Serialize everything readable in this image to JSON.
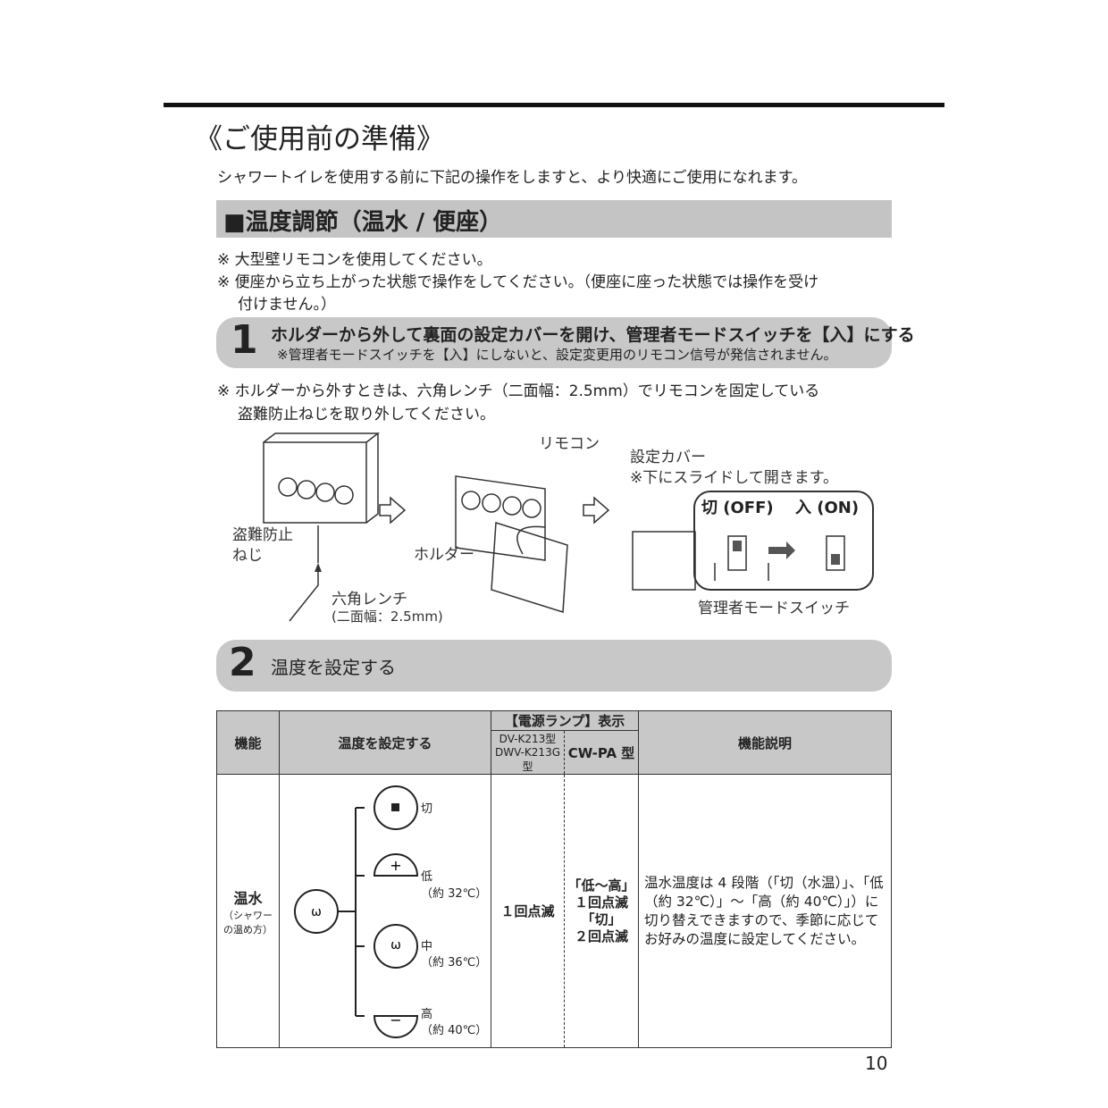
{
  "title": "《ご使用前の準備》",
  "intro": "シャワートイレを使用する前に下記の操作をしますと、より快適にご使用になれます。",
  "section_title": "■温度調節（温水 / 便座）",
  "notes": [
    "※ 大型壁リモコンを使用してください。",
    "※ 便座から立ち上がった状態で操作をしてください。（便座に座った状態では操作を受け",
    "付けません。）"
  ],
  "step1": {
    "number": "1",
    "title": "ホルダーから外して裏面の設定カバーを開け、管理者モードスイッチを【入】にする",
    "sub": "※管理者モードスイッチを【入】にしないと、設定変更用のリモコン信号が発信されません。"
  },
  "note2": [
    "※ ホルダーから外すときは、六角レンチ（二面幅：2.5mm）でリモコンを固定している",
    "盗難防止ねじを取り外してください。"
  ],
  "illustration": {
    "remocon": "リモコン",
    "cover": "設定カバー",
    "cover_note": "※下にスライドして開きます。",
    "screw1": "盗難防止",
    "screw2": "ねじ",
    "holder": "ホルダー",
    "wrench1": "六角レンチ",
    "wrench2": "(二面幅：2.5mm)",
    "off": "切 (OFF)",
    "on": "入 (ON)",
    "switch": "管理者モードスイッチ"
  },
  "step2": {
    "number": "2",
    "title": "温度を設定する"
  },
  "table": {
    "h_func": "機能",
    "h_set": "温度を設定する",
    "h_lamp": "【電源ランプ】表示",
    "h_m1a": "DV-K213型",
    "h_m1b": "DWV-K213G型",
    "h_m2": "CW-PA 型",
    "h_desc": "機能説明",
    "func": "温水",
    "func_sub1": "（シャワー",
    "func_sub2": "の温め方）",
    "levels": [
      {
        "name": "切",
        "temp": ""
      },
      {
        "name": "低",
        "temp": "（約 32℃）"
      },
      {
        "name": "中",
        "temp": "（約 36℃）"
      },
      {
        "name": "高",
        "temp": "（約 40℃）"
      }
    ],
    "lamp1": "１回点滅",
    "lamp2": [
      "「低～高」",
      "１回点滅",
      "「切」",
      "２回点滅"
    ],
    "desc": "温水温度は 4 段階（「切（水温）」、「低（約 32℃）」～「高（約 40℃）」）に切り替えできますので、季節に応じてお好みの温度に設定してください。"
  },
  "page_number": "10"
}
